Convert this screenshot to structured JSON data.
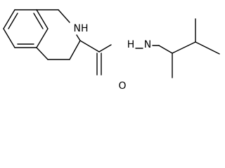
{
  "molecule": {
    "atoms": {
      "nh": "NH",
      "amide_n": "N",
      "amide_h": "H",
      "carbonyl_o": "O"
    }
  }
}
